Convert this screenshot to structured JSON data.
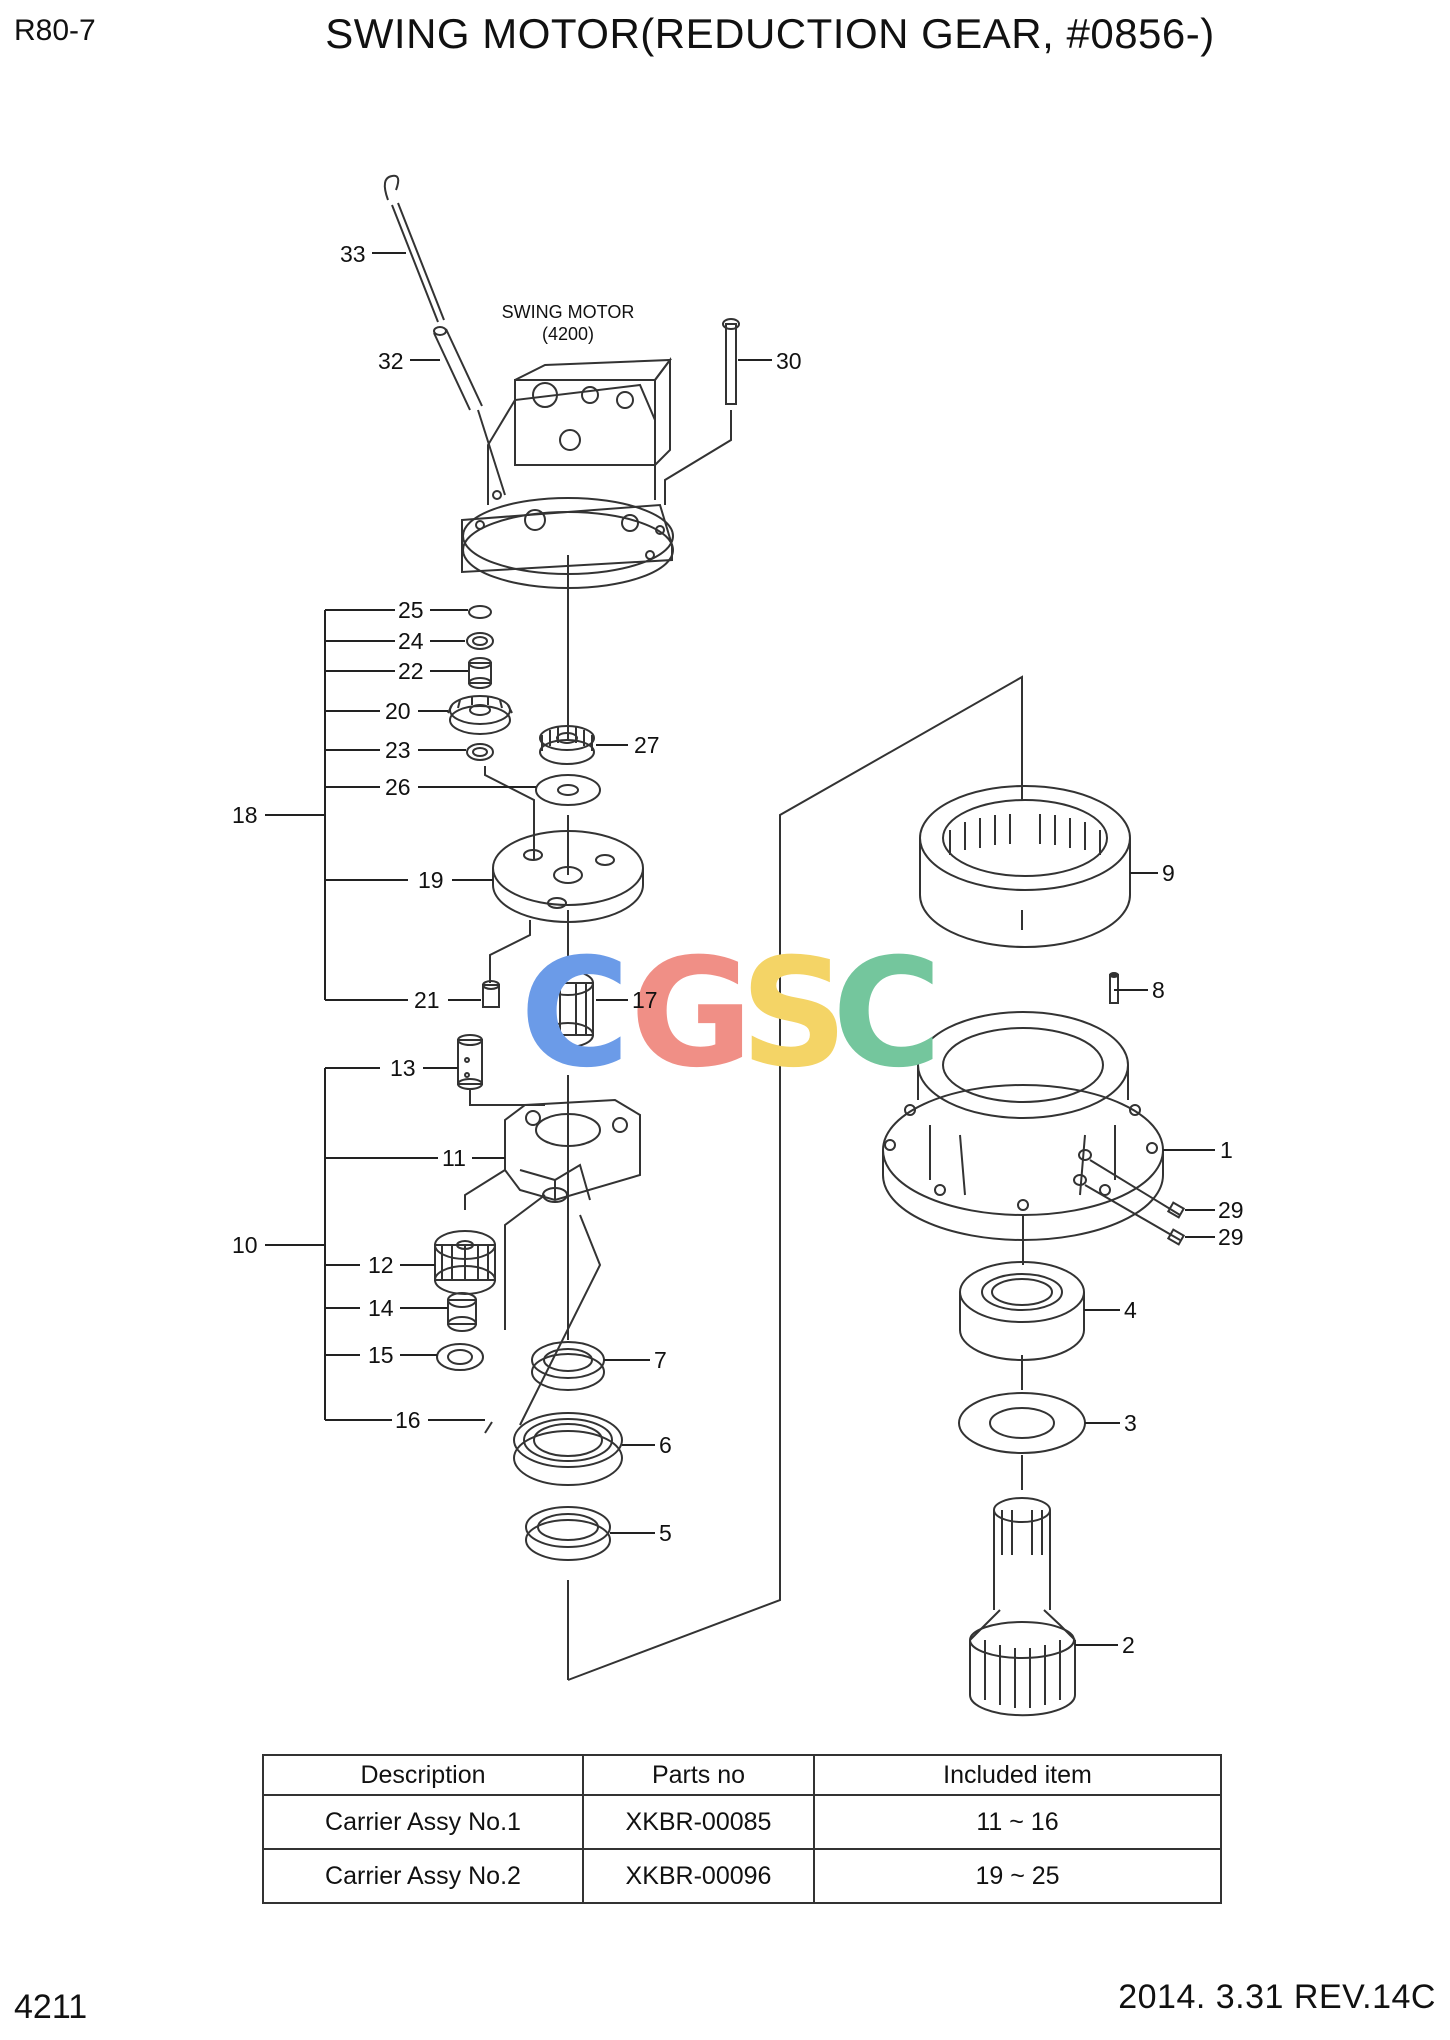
{
  "header": {
    "model": "R80-7",
    "title": "SWING MOTOR(REDUCTION GEAR, #0856-)"
  },
  "diagram": {
    "motor_caption_line1": "SWING MOTOR",
    "motor_caption_line2": "(4200)",
    "watermark": [
      "C",
      "G",
      "S",
      "C"
    ],
    "watermark_colors": [
      "#6b9be8",
      "#f08f86",
      "#f4d466",
      "#74c69d"
    ],
    "callouts": {
      "c33": "33",
      "c32": "32",
      "c30": "30",
      "c25": "25",
      "c24": "24",
      "c22": "22",
      "c20": "20",
      "c23": "23",
      "c26": "26",
      "c27": "27",
      "c18": "18",
      "c19": "19",
      "c21": "21",
      "c17": "17",
      "c13": "13",
      "c11": "11",
      "c10": "10",
      "c12": "12",
      "c14": "14",
      "c15": "15",
      "c16": "16",
      "c7": "7",
      "c6": "6",
      "c5": "5",
      "c9": "9",
      "c8": "8",
      "c1": "1",
      "c29a": "29",
      "c29b": "29",
      "c4": "4",
      "c3": "3",
      "c2": "2"
    }
  },
  "parts_table": {
    "headers": [
      "Description",
      "Parts no",
      "Included item"
    ],
    "rows": [
      [
        "Carrier Assy No.1",
        "XKBR-00085",
        "11 ~ 16"
      ],
      [
        "Carrier Assy No.2",
        "XKBR-00096",
        "19 ~ 25"
      ]
    ]
  },
  "footer": {
    "page_number": "4211",
    "revision": "2014. 3.31  REV.14C"
  }
}
